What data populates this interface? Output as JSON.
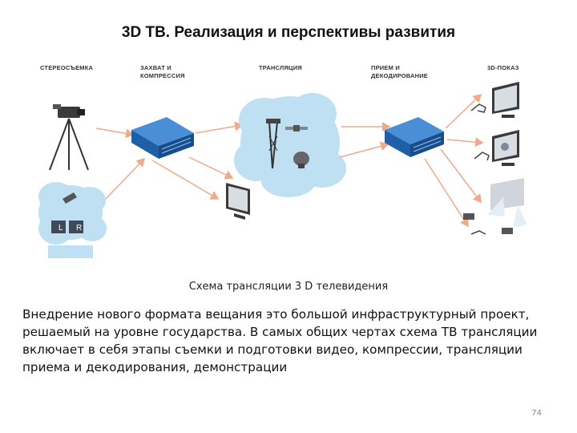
{
  "slide": {
    "title": "3D ТВ. Реализация и перспективы развития",
    "caption": "Схема трансляции  3 D телевидения",
    "body": "Внедрение нового формата вещания это большой инфраструктурный проект, решаемый на уровне государства. В самых общих чертах схема ТВ трансляции включает в себя этапы съемки и подготовки видео, компрессии, трансляции приема и декодирования, демонстрации",
    "page_number": "74"
  },
  "diagram": {
    "stages": [
      {
        "label": "Стереосъемка"
      },
      {
        "label": "Захват и\nкомпрессия"
      },
      {
        "label": "Трансляция"
      },
      {
        "label": "Прием и\nдекодирование"
      },
      {
        "label": "3D-показ"
      }
    ],
    "lr_left": "L",
    "lr_right": "R",
    "icons": [
      "camera-tripod-icon",
      "cloud-icon",
      "server-icon",
      "satellite-tower-icon",
      "monitor-icon",
      "projector-icon",
      "glasses-icon"
    ],
    "colors": {
      "cloud": "#bfe0f3",
      "server": "#1f5fa8",
      "arrow": "#f0a98b",
      "monitor": "#3a3a3a"
    }
  }
}
